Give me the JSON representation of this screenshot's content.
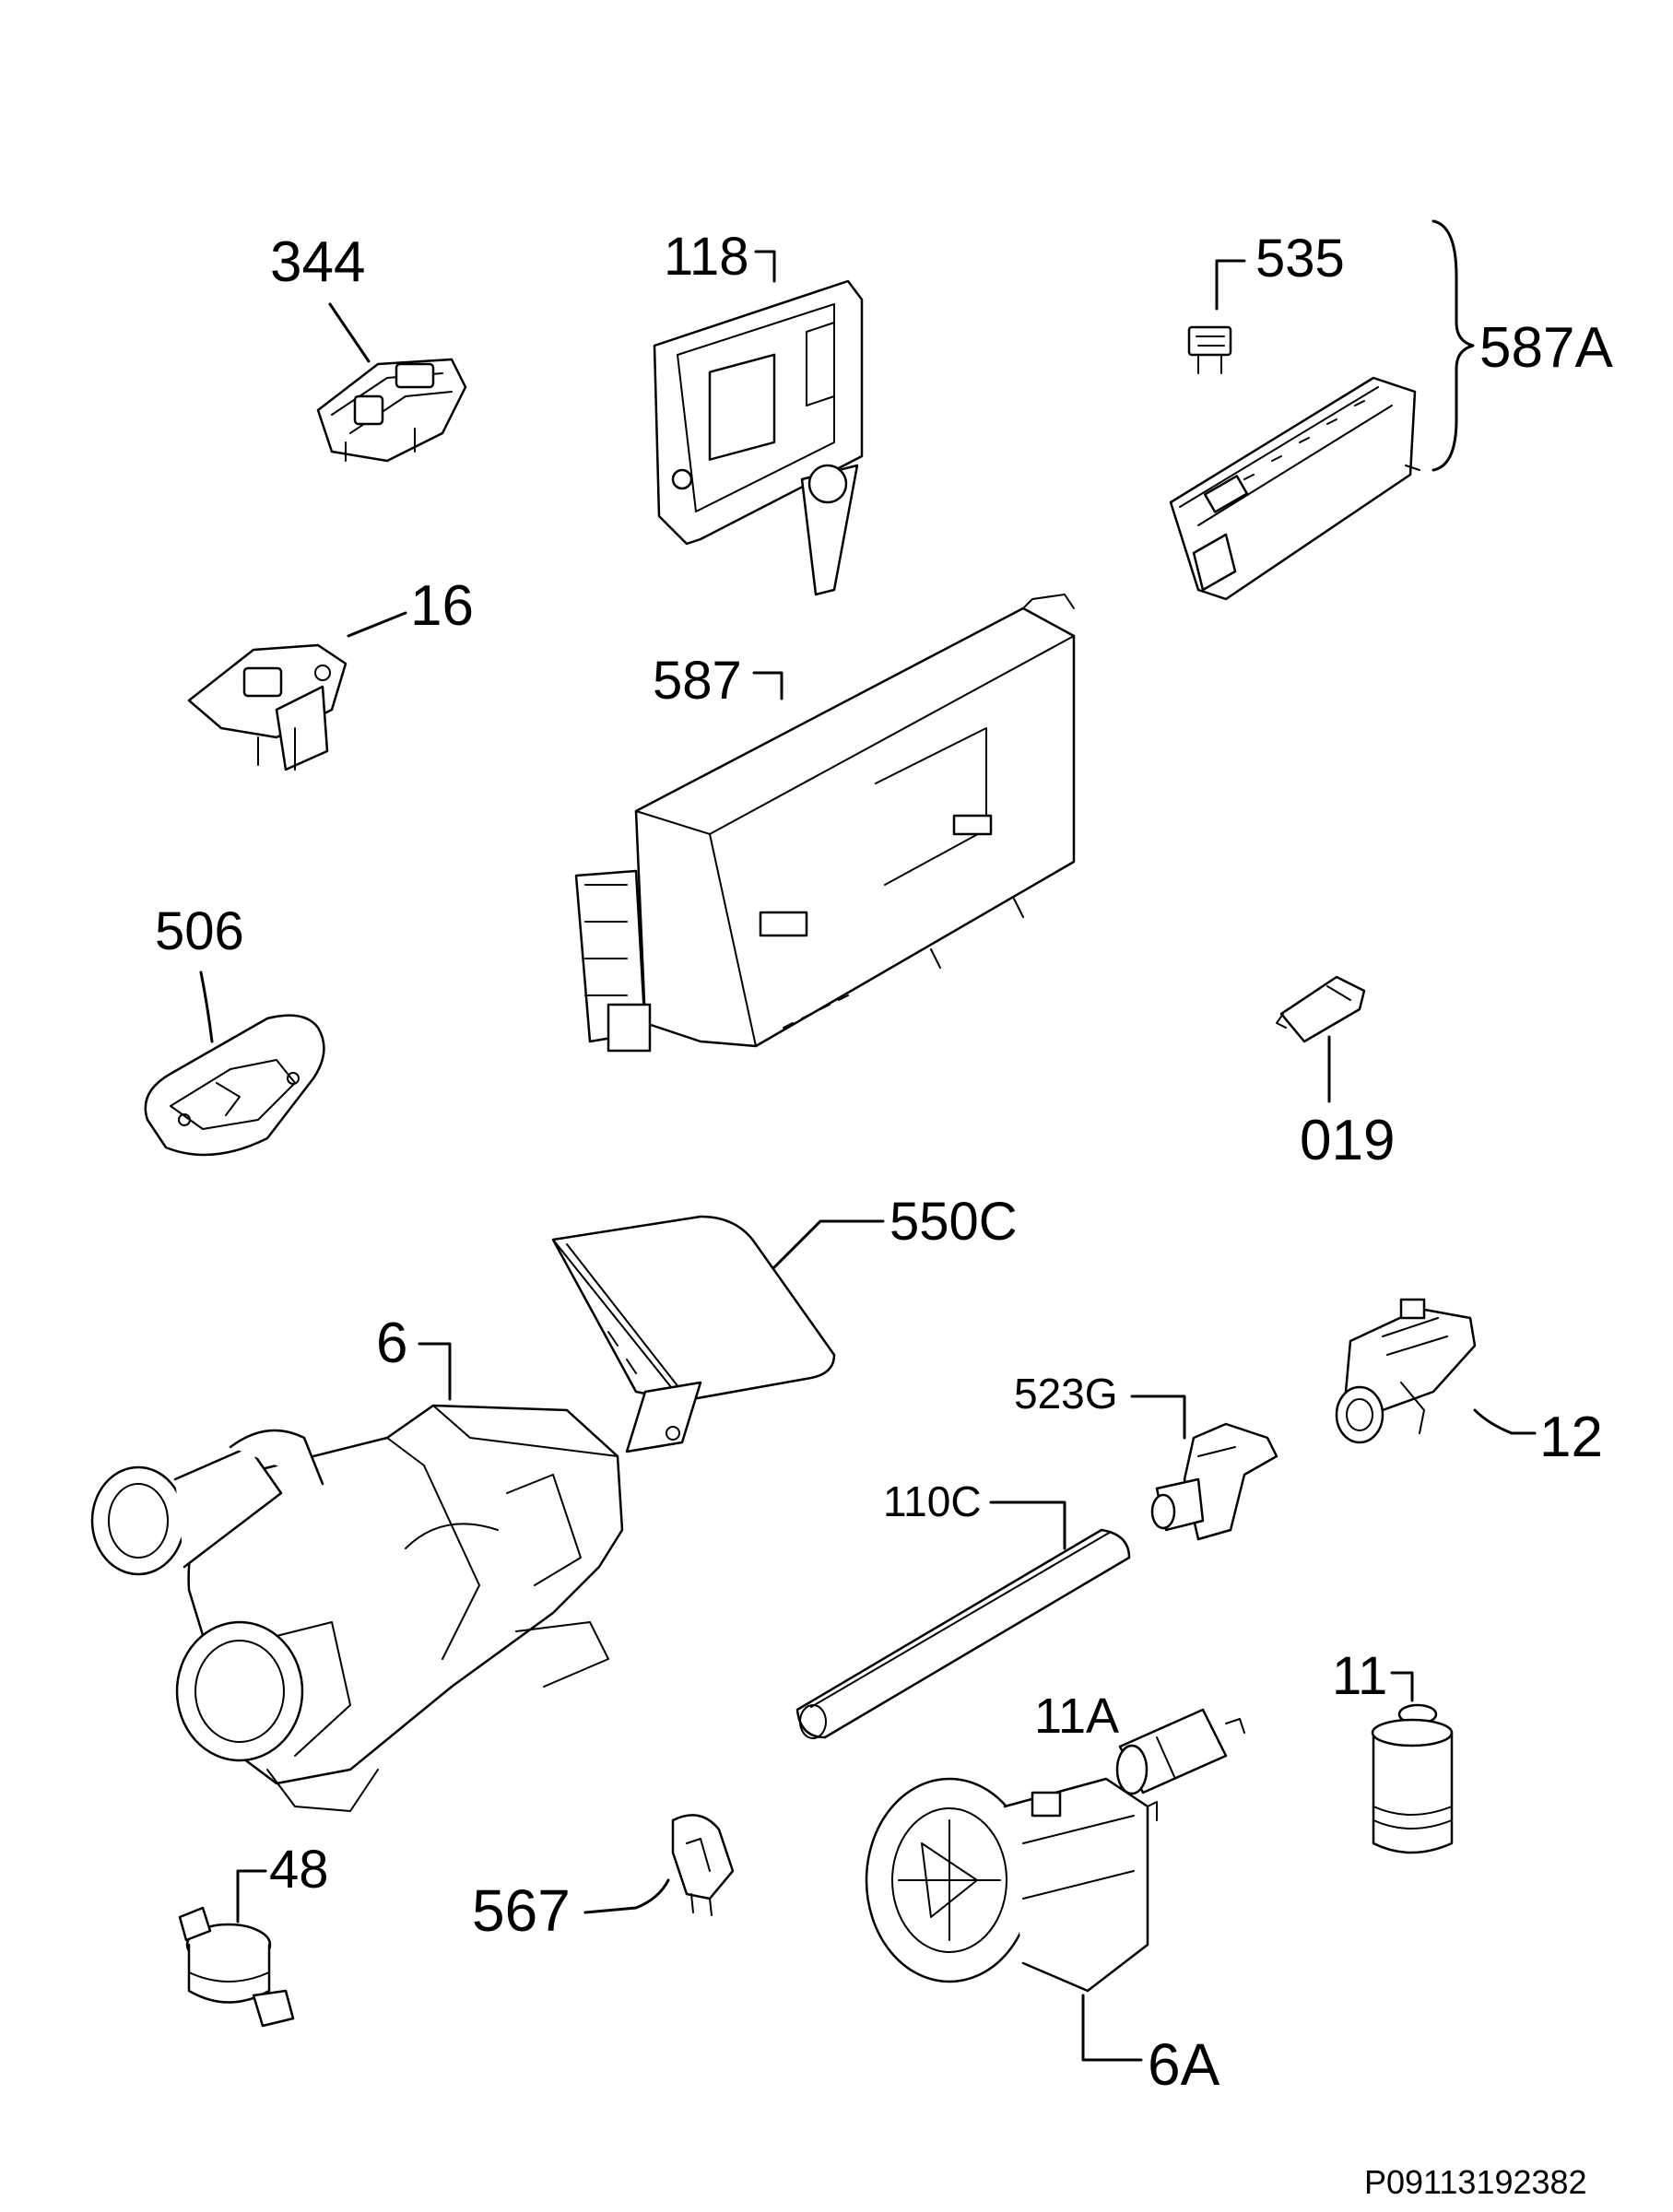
{
  "drawing_code": "P09113192382",
  "parts": [
    {
      "id": "p344",
      "label": "344",
      "icon": "valve-bracket-icon"
    },
    {
      "id": "p118",
      "label": "118",
      "icon": "dispenser-panel-icon"
    },
    {
      "id": "p535",
      "label": "535",
      "icon": "connector-icon"
    },
    {
      "id": "p587A",
      "label": "587A",
      "icon": "control-module-icon"
    },
    {
      "id": "p16",
      "label": "16",
      "icon": "door-lock-icon"
    },
    {
      "id": "p587",
      "label": "587",
      "icon": "electronic-board-housing-icon"
    },
    {
      "id": "p506",
      "label": "506",
      "icon": "sensor-clip-icon"
    },
    {
      "id": "p019",
      "label": "019",
      "icon": "small-connector-icon"
    },
    {
      "id": "p550C",
      "label": "550C",
      "icon": "cover-lid-icon"
    },
    {
      "id": "p6",
      "label": "6",
      "icon": "circulation-pump-icon"
    },
    {
      "id": "p523G",
      "label": "523G",
      "icon": "hose-connector-icon"
    },
    {
      "id": "p12",
      "label": "12",
      "icon": "flow-meter-icon"
    },
    {
      "id": "p110C",
      "label": "110C",
      "icon": "hose-icon"
    },
    {
      "id": "p11A",
      "label": "11A",
      "icon": "capacitor-small-icon"
    },
    {
      "id": "p11",
      "label": "11",
      "icon": "capacitor-icon"
    },
    {
      "id": "p48",
      "label": "48",
      "icon": "pressure-switch-icon"
    },
    {
      "id": "p567",
      "label": "567",
      "icon": "clip-icon"
    },
    {
      "id": "p6A",
      "label": "6A",
      "icon": "drain-pump-icon"
    }
  ]
}
